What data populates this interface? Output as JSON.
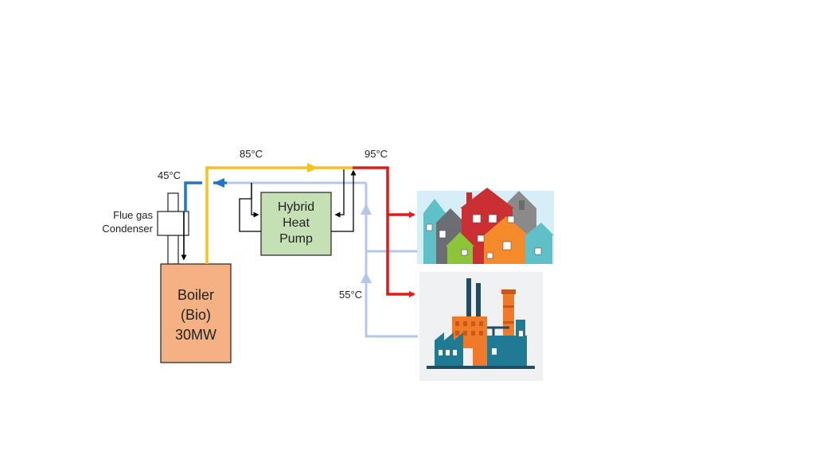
{
  "diagram": {
    "temperatures": {
      "supply_boiler": "85°C",
      "supply_hot": "95°C",
      "return_condenser": "45°C",
      "return_mid": "55°C"
    },
    "flue_gas_condenser": {
      "line1": "Flue gas",
      "line2": "Condenser"
    },
    "boiler": {
      "line1": "Boiler",
      "line2": "(Bio)",
      "line3": "30MW",
      "fill": "#f4b183"
    },
    "heat_pump": {
      "line1": "Hybrid",
      "line2": "Heat",
      "line3": "Pump",
      "fill": "#c5e0b4"
    },
    "colors": {
      "hot_supply": "#e01b1b",
      "boiler_supply": "#f5c21b",
      "cold_return": "#1f77c4",
      "return_light": "#b4c7e7",
      "control": "#000000"
    },
    "consumers": [
      "houses-illustration",
      "factory-illustration"
    ]
  }
}
